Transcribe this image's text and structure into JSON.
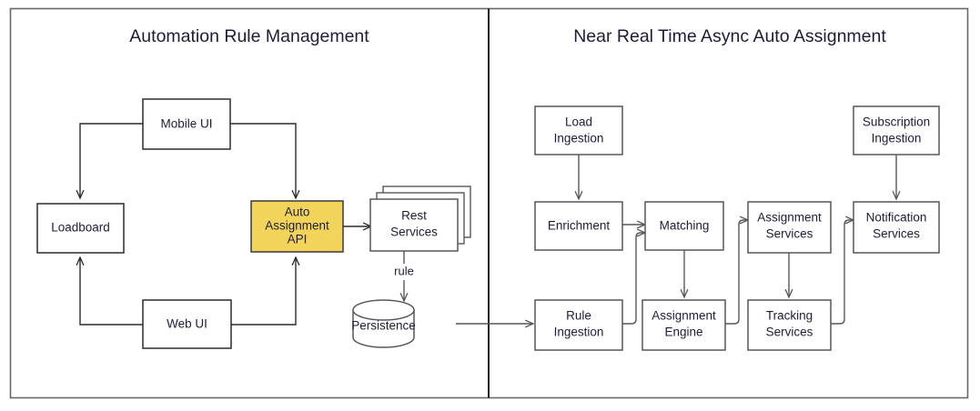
{
  "panels": [
    {
      "id": "automation-rule-management",
      "title": "Automation Rule Management"
    },
    {
      "id": "near-real-time-async-auto-assignment",
      "title": "Near Real Time Async Auto Assignment"
    }
  ],
  "left_panel": {
    "nodes": {
      "mobile_ui": "Mobile UI",
      "loadboard": "Loadboard",
      "web_ui": "Web UI",
      "auto_assignment_api_line1": "Auto",
      "auto_assignment_api_line2": "Assignment",
      "auto_assignment_api_line3": "API",
      "rest_services_line1": "Rest",
      "rest_services_line2": "Services",
      "persistence": "Persistence"
    },
    "edge_labels": {
      "rule": "rule"
    }
  },
  "right_panel": {
    "nodes": {
      "load_ingestion_line1": "Load",
      "load_ingestion_line2": "Ingestion",
      "subscription_ingestion_line1": "Subscription",
      "subscription_ingestion_line2": "Ingestion",
      "enrichment": "Enrichment",
      "matching": "Matching",
      "assignment_services_line1": "Assignment",
      "assignment_services_line2": "Services",
      "notification_services_line1": "Notification",
      "notification_services_line2": "Services",
      "rule_ingestion_line1": "Rule",
      "rule_ingestion_line2": "Ingestion",
      "assignment_engine_line1": "Assignment",
      "assignment_engine_line2": "Engine",
      "tracking_services_line1": "Tracking",
      "tracking_services_line2": "Services"
    }
  },
  "colors": {
    "accent_fill": "#f2d45b",
    "node_stroke": "#55575c",
    "text": "#1d1d3a",
    "frame": "#66696b",
    "divider": "#1b1b1b",
    "background": "#ffffff"
  }
}
